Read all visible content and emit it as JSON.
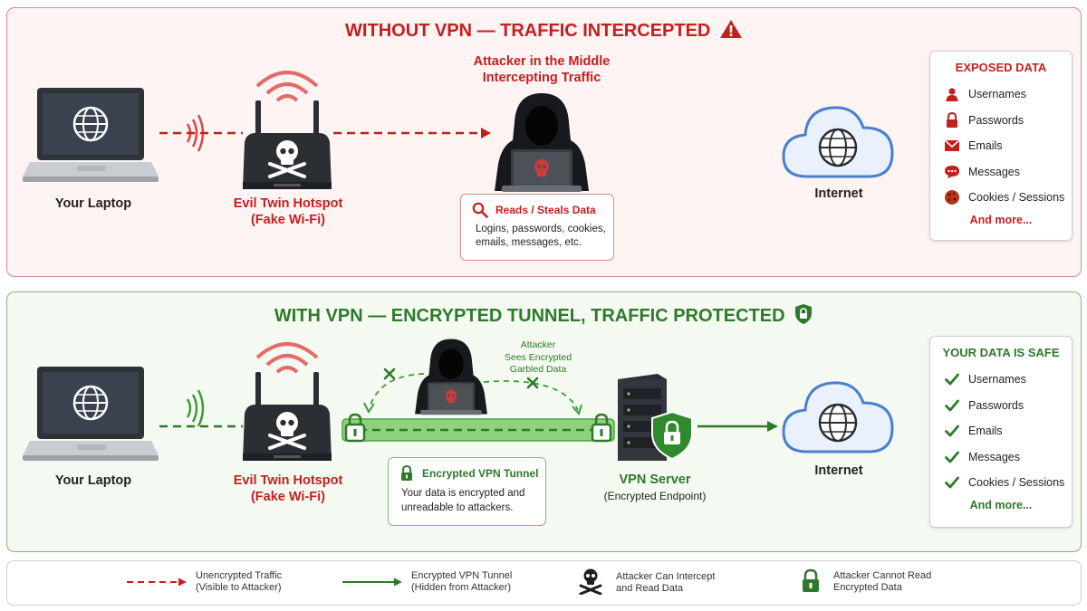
{
  "top": {
    "title": "WITHOUT VPN — TRAFFIC INTERCEPTED",
    "laptop_label": "Your Laptop",
    "hotspot_label_1": "Evil Twin Hotspot",
    "hotspot_label_2": "(Fake Wi-Fi)",
    "attacker_label_1": "Attacker in the Middle",
    "attacker_label_2": "Intercepting Traffic",
    "internet_label": "Internet",
    "steal_box": {
      "title": "Reads / Steals Data",
      "line1": "Logins, passwords, cookies,",
      "line2": "emails, messages, etc."
    },
    "exposed": {
      "title": "EXPOSED DATA",
      "items": [
        "Usernames",
        "Passwords",
        "Emails",
        "Messages",
        "Cookies / Sessions"
      ],
      "more": "And more..."
    }
  },
  "bottom": {
    "title": "WITH VPN — ENCRYPTED TUNNEL, TRAFFIC PROTECTED",
    "laptop_label": "Your Laptop",
    "hotspot_label_1": "Evil Twin Hotspot",
    "hotspot_label_2": "(Fake Wi-Fi)",
    "attacker_line1": "Attacker",
    "attacker_line2": "Sees Encrypted",
    "attacker_line3": "Garbled Data",
    "server_label": "VPN Server",
    "server_sub": "(Encrypted Endpoint)",
    "internet_label": "Internet",
    "tunnel_box": {
      "title": "Encrypted VPN Tunnel",
      "line1": "Your data is encrypted and",
      "line2": "unreadable to attackers."
    },
    "safe": {
      "title": "YOUR DATA IS SAFE",
      "items": [
        "Usernames",
        "Passwords",
        "Emails",
        "Messages",
        "Cookies / Sessions"
      ],
      "more": "And more..."
    }
  },
  "legend": {
    "unencrypted_1": "Unencrypted Traffic",
    "unencrypted_2": "(Visible to Attacker)",
    "encrypted_1": "Encrypted VPN Tunnel",
    "encrypted_2": "(Hidden from Attacker)",
    "intercept_1": "Attacker Can Intercept",
    "intercept_2": "and Read Data",
    "cannot_1": "Attacker Cannot Read",
    "cannot_2": "Encrypted Data"
  },
  "colors": {
    "danger": "#c41f1f",
    "safe": "#2e7a2a",
    "cloud": "#4a7fd0"
  }
}
